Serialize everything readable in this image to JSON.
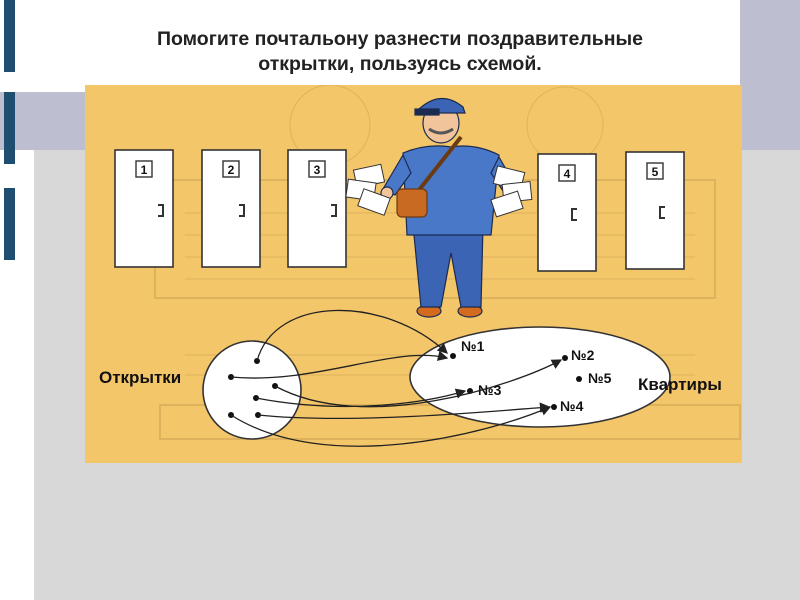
{
  "slide": {
    "title": "Помогите почтальону разнести поздравительные\nоткрытки, пользуясь схемой."
  },
  "doors": [
    {
      "number": "1"
    },
    {
      "number": "2"
    },
    {
      "number": "3"
    },
    {
      "number": "4"
    },
    {
      "number": "5"
    }
  ],
  "diagram": {
    "left_set_label": "Открытки",
    "right_set_label": "Квартиры",
    "apartments": [
      "№1",
      "№2",
      "№3",
      "№4",
      "№5"
    ]
  },
  "colors": {
    "illustration_bg": "#f4c66a",
    "uniform": "#3c64b4",
    "accent": "#1f4e70"
  }
}
